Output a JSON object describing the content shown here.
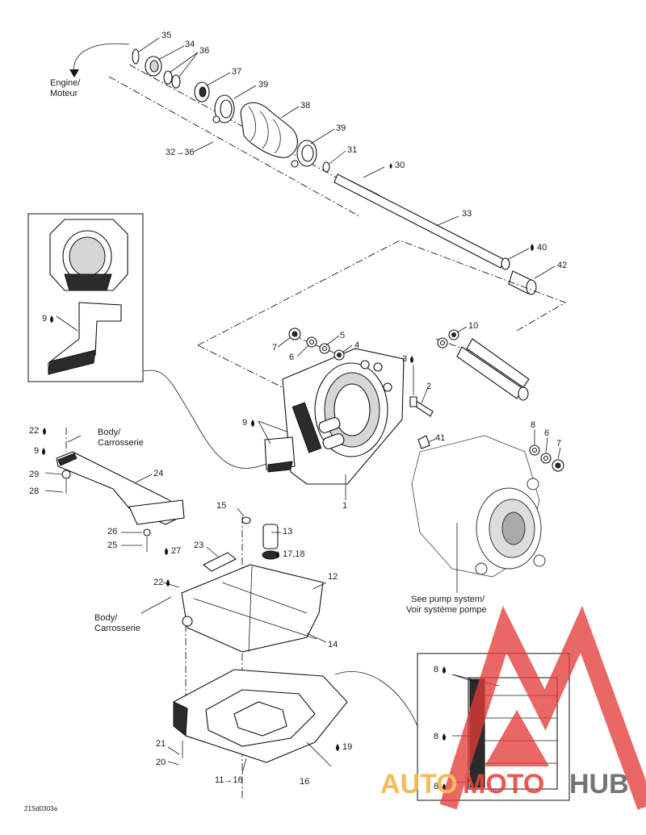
{
  "diagram": {
    "code": "21Sd0303a",
    "labels": {
      "engine_moteur": [
        "Engine/",
        "Moteur"
      ],
      "body_carrosserie_top": [
        "Body/",
        "Carrosserie"
      ],
      "body_carrosserie_bottom": [
        "Body/",
        "Carrosserie"
      ],
      "pump_system": [
        "See pump system/",
        "Voir système pompe"
      ]
    },
    "callouts": {
      "c1": "1",
      "c2": "2",
      "c3": "3",
      "c4": "4",
      "c5": "5",
      "c6a": "6",
      "c6b": "6",
      "c7a": "7",
      "c7b": "7",
      "c8": "8",
      "c9a": "9",
      "c9b": "9",
      "c9c": "9",
      "c10": "10",
      "c11": "11→16",
      "c12": "12",
      "c13": "13",
      "c14": "14",
      "c15": "15",
      "c16": "16",
      "c17": "17,18",
      "c19": "19",
      "c20": "20",
      "c21": "21",
      "c22a": "22",
      "c22b": "22",
      "c23": "23",
      "c24": "24",
      "c25": "25",
      "c26": "26",
      "c27": "27",
      "c28": "28",
      "c29": "29",
      "c30": "30",
      "c31": "31",
      "c32": "32→36",
      "c33": "33",
      "c34": "34",
      "c35": "35",
      "c36": "36",
      "c37": "37",
      "c38": "38",
      "c39a": "39",
      "c39b": "39",
      "c40": "40",
      "c41": "41",
      "c42": "42",
      "c8a": "8",
      "c8b": "8",
      "c8c": "8"
    }
  },
  "watermark": {
    "part1": "AUTO",
    "part2": "MOTO",
    "part3": "HUB",
    "colors": {
      "auto": "#f3b544",
      "moto": "#e8473c",
      "hub": "#666666",
      "logo": "#e33b36"
    }
  }
}
